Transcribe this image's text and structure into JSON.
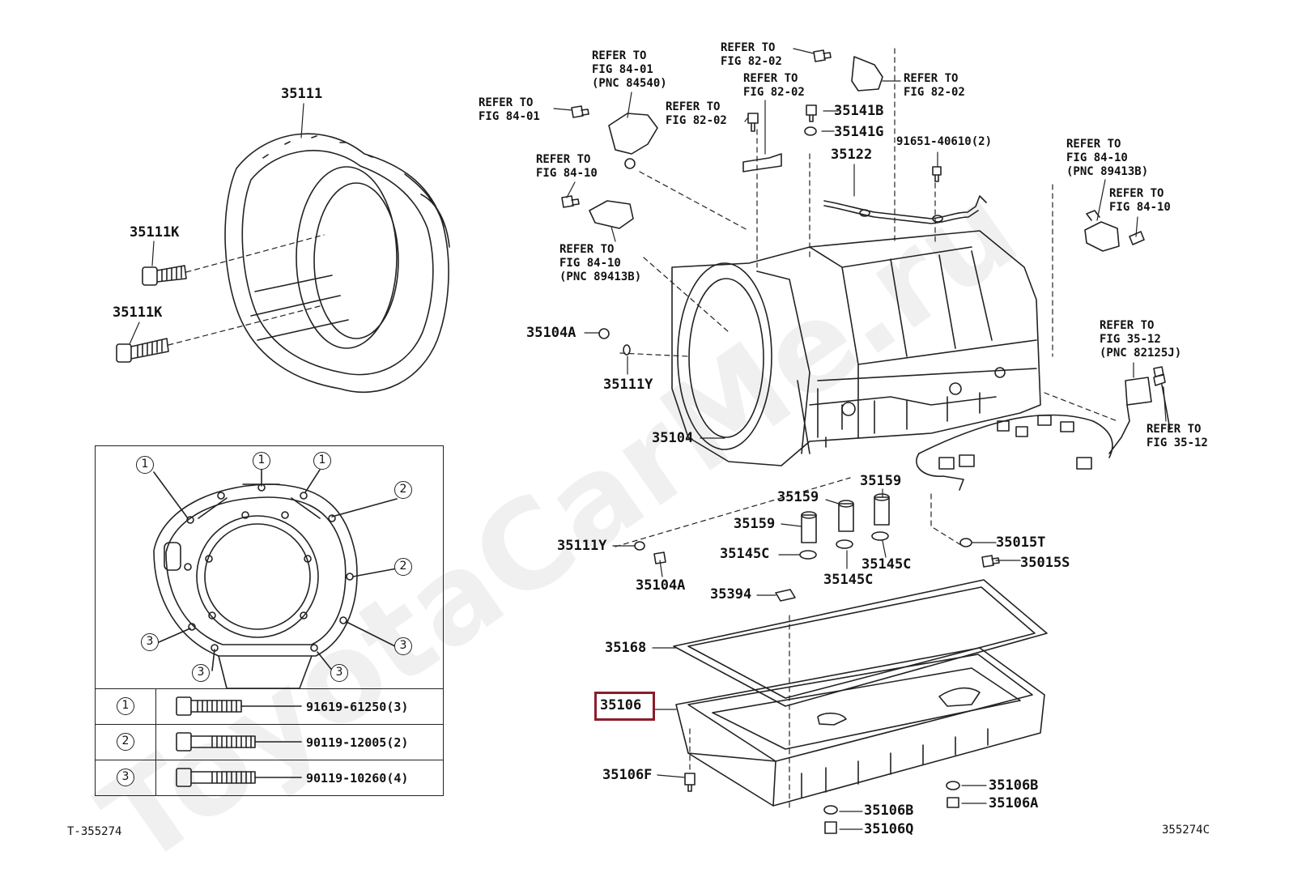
{
  "watermark": "ToyotaCarMe.ru",
  "labels": {
    "p35111": "35111",
    "p35111k_a": "35111K",
    "p35111k_b": "35111K",
    "p35104a_a": "35104A",
    "p35111y_a": "35111Y",
    "p35104": "35104",
    "p35141b": "35141B",
    "p35141g": "35141G",
    "p35122": "35122",
    "p91651": "91651-40610(2)",
    "p35159_a": "35159",
    "p35159_b": "35159",
    "p35159_c": "35159",
    "p35111y_b": "35111Y",
    "p35145c_a": "35145C",
    "p35145c_b": "35145C",
    "p35145c_c": "35145C",
    "p35104a_b": "35104A",
    "p35015t": "35015T",
    "p35015s": "35015S",
    "p35394": "35394",
    "p35168": "35168",
    "p35106": "35106",
    "p35106f": "35106F",
    "p35106b_a": "35106B",
    "p35106a": "35106A",
    "p35106b_b": "35106B",
    "p35106q": "35106Q"
  },
  "refs": {
    "r_fig8401_pnc": "REFER TO\nFIG 84-01\n(PNC 84540)",
    "r_fig8401": "REFER TO\nFIG 84-01",
    "r_fig8202_a": "REFER TO\nFIG 82-02",
    "r_fig8202_b": "REFER TO\nFIG 82-02",
    "r_fig8202_c": "REFER TO\nFIG 82-02",
    "r_fig8202_d": "REFER TO\nFIG 82-02",
    "r_fig8410_a": "REFER TO\nFIG 84-10",
    "r_fig8410_pnc_a": "REFER TO\nFIG 84-10\n(PNC 89413B)",
    "r_fig8410_pnc_b": "REFER TO\nFIG 84-10\n(PNC 89413B)",
    "r_fig8410_b": "REFER TO\nFIG 84-10",
    "r_fig3512_pnc": "REFER TO\nFIG 35-12\n(PNC 82125J)",
    "r_fig3512": "REFER TO\nFIG 35-12"
  },
  "inset": {
    "markers": [
      "1",
      "1",
      "1",
      "2",
      "2",
      "3",
      "3",
      "3",
      "3"
    ]
  },
  "bolt_table": [
    {
      "key": "1",
      "part": "91619-61250(3)"
    },
    {
      "key": "2",
      "part": "90119-12005(2)"
    },
    {
      "key": "3",
      "part": "90119-10260(4)"
    }
  ],
  "footer": {
    "left_code": "T-355274",
    "right_code": "355274C"
  }
}
